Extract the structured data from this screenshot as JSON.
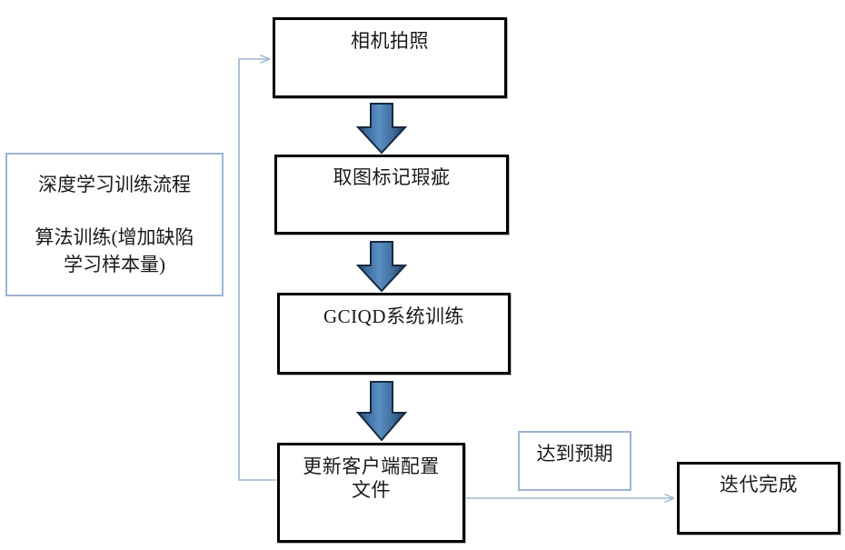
{
  "diagram": {
    "type": "flowchart",
    "title_note": {
      "lines": "深度学习训练流程\n\n算法训练(增加缺陷\n学习样本量)",
      "line_1": "深度学习训练流程",
      "line_2": "算法训练(增加缺陷",
      "line_3": "学习样本量)"
    },
    "nodes": [
      {
        "id": "camera",
        "label": "相机拍照",
        "style": "process"
      },
      {
        "id": "mark",
        "label": "取图标记瑕疵",
        "style": "process"
      },
      {
        "id": "train",
        "label": "GCIQD系统训练",
        "style": "process"
      },
      {
        "id": "update",
        "label": "更新客户端配置\n文件",
        "style": "process"
      },
      {
        "id": "expect",
        "label": "达到预期",
        "style": "note"
      },
      {
        "id": "done",
        "label": "迭代完成",
        "style": "process"
      }
    ],
    "edges": [
      {
        "from": "camera",
        "to": "mark",
        "kind": "block-arrow-down"
      },
      {
        "from": "mark",
        "to": "train",
        "kind": "block-arrow-down"
      },
      {
        "from": "train",
        "to": "update",
        "kind": "block-arrow-down"
      },
      {
        "from": "update",
        "to": "done",
        "kind": "thin-arrow-right",
        "label": "达到预期"
      },
      {
        "from": "update",
        "to": "camera",
        "kind": "thin-arrow-feedback"
      }
    ],
    "colors": {
      "block_arrow_fill_light": "#5b8ec4",
      "block_arrow_fill_dark": "#1f3b5c",
      "connector_line": "#9db3d4",
      "box_border": "#000000",
      "note_border": "#9db3d4",
      "text": "#1a1a1a",
      "background": "#ffffff"
    }
  }
}
